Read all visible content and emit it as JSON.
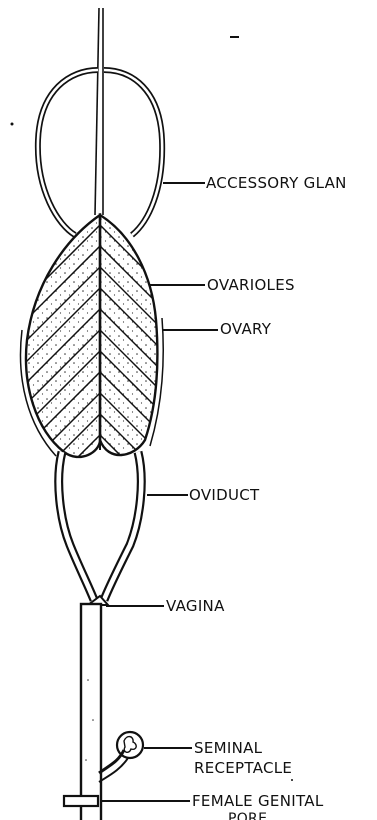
{
  "labels": {
    "accessory_gland": "ACCESSORY GLAN",
    "ovarioles": "OVARIOLES",
    "ovary": "OVARY",
    "oviduct": "OVIDUCT",
    "vagina": "VAGINA",
    "seminal_receptacle_line1": "SEMINAL",
    "seminal_receptacle_line2": "RECEPTACLE",
    "female_genital_pore_line1": "FEMALE GENITAL",
    "female_genital_pore_line2": "PORE"
  }
}
